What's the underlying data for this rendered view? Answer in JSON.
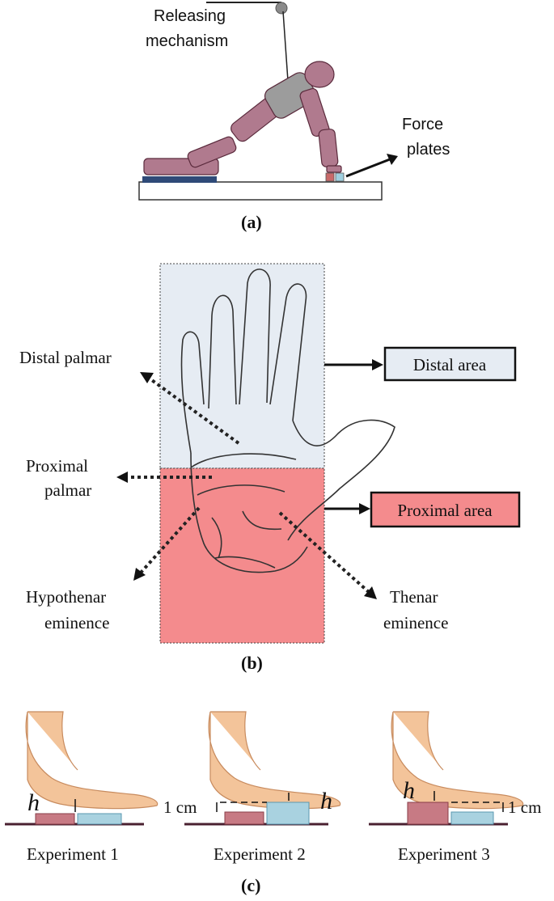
{
  "panel_a": {
    "releasing_mechanism_line1": "Releasing",
    "releasing_mechanism_line2": "mechanism",
    "force_plates_line1": "Force",
    "force_plates_line2": "plates",
    "caption": "(a)"
  },
  "panel_b": {
    "distal_palmar": "Distal palmar",
    "proximal_palmar_line1": "Proximal",
    "proximal_palmar_line2": "palmar",
    "hypothenar_line1": "Hypothenar",
    "hypothenar_line2": "eminence",
    "thenar_line1": "Thenar",
    "thenar_line2": "eminence",
    "distal_area": "Distal area",
    "proximal_area": "Proximal area",
    "caption": "(b)",
    "colors": {
      "distal": "#e6ecf3",
      "proximal": "#f48b8d"
    }
  },
  "panel_c": {
    "experiment1": "Experiment 1",
    "experiment2": "Experiment 2",
    "experiment3": "Experiment 3",
    "h_symbol": "h",
    "one_cm": "1 cm",
    "caption": "(c)"
  }
}
